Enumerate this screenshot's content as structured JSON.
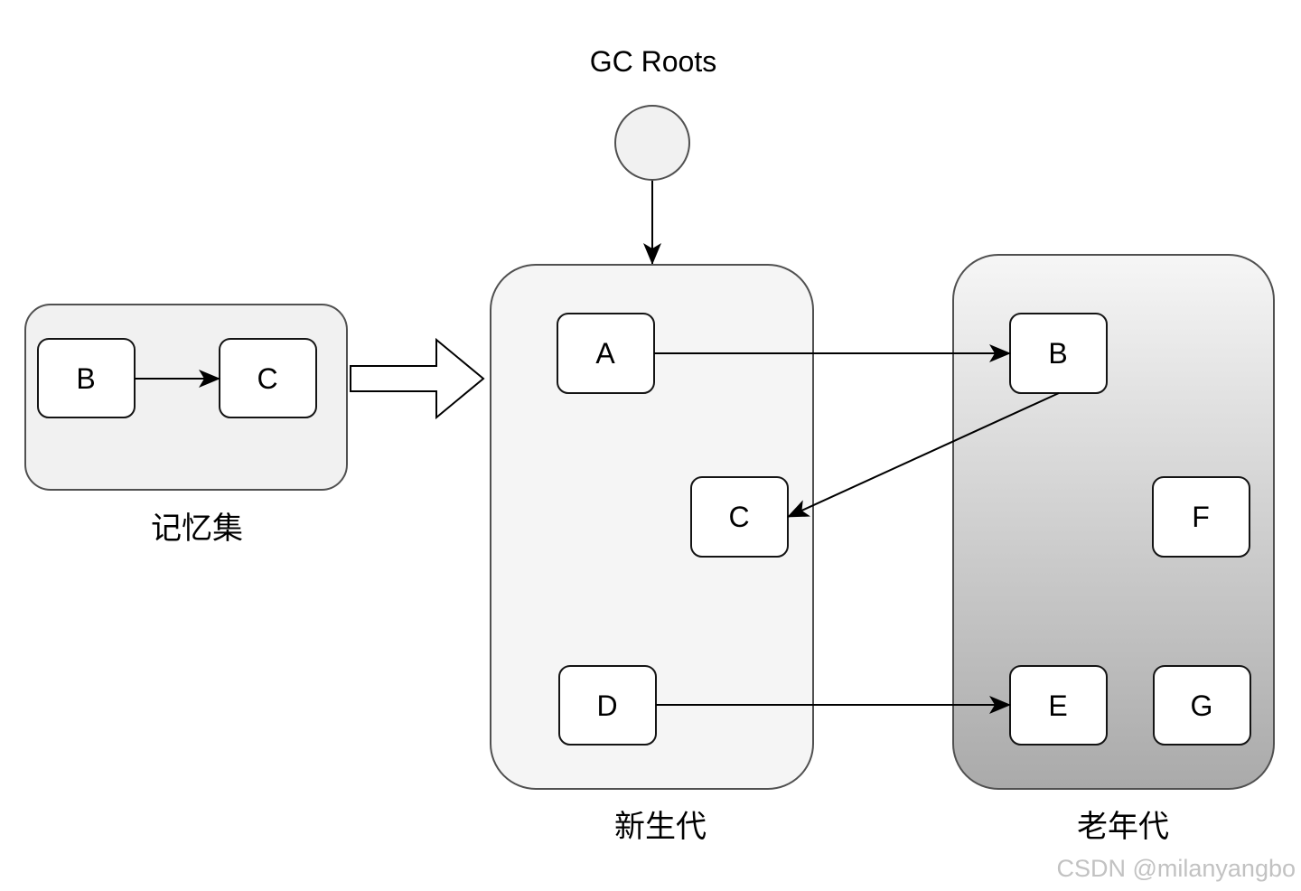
{
  "gc_roots": {
    "label": "GC Roots"
  },
  "remembered_set": {
    "label": "记忆集",
    "nodes": {
      "b": "B",
      "c": "C"
    }
  },
  "young_generation": {
    "label": "新生代",
    "nodes": {
      "a": "A",
      "c": "C",
      "d": "D"
    }
  },
  "old_generation": {
    "label": "老年代",
    "nodes": {
      "b": "B",
      "f": "F",
      "e": "E",
      "g": "G"
    }
  },
  "watermark": "CSDN @milanyangbo",
  "colors": {
    "rs-fill": "#f1f1f1",
    "young-fill": "#f5f5f5",
    "old-top": "#f6f6f6",
    "old-bottom": "#aaaaaa",
    "root-fill": "#f1f1f1",
    "container-stroke": "#505050",
    "node-fill": "#ffffff",
    "node-stroke": "#141414",
    "edge": "#000000",
    "watermark": "#c2c2c2"
  }
}
